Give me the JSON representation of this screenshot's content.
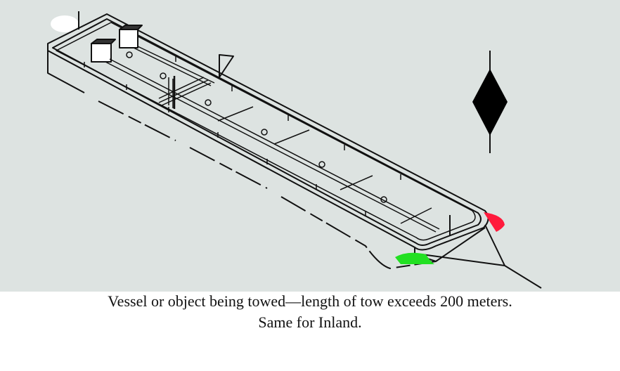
{
  "figure": {
    "subject": "barge-under-tow",
    "colors": {
      "background": "#dde3e1",
      "line": "#111111",
      "dayshape": "#000000",
      "sidelight_port": "#ff1a3c",
      "sidelight_starboard": "#22e022",
      "sternlight": "#ffffff"
    }
  },
  "caption": {
    "line1": "Vessel or object being towed—length of tow exceeds 200 meters.",
    "line2": "Same for Inland."
  }
}
